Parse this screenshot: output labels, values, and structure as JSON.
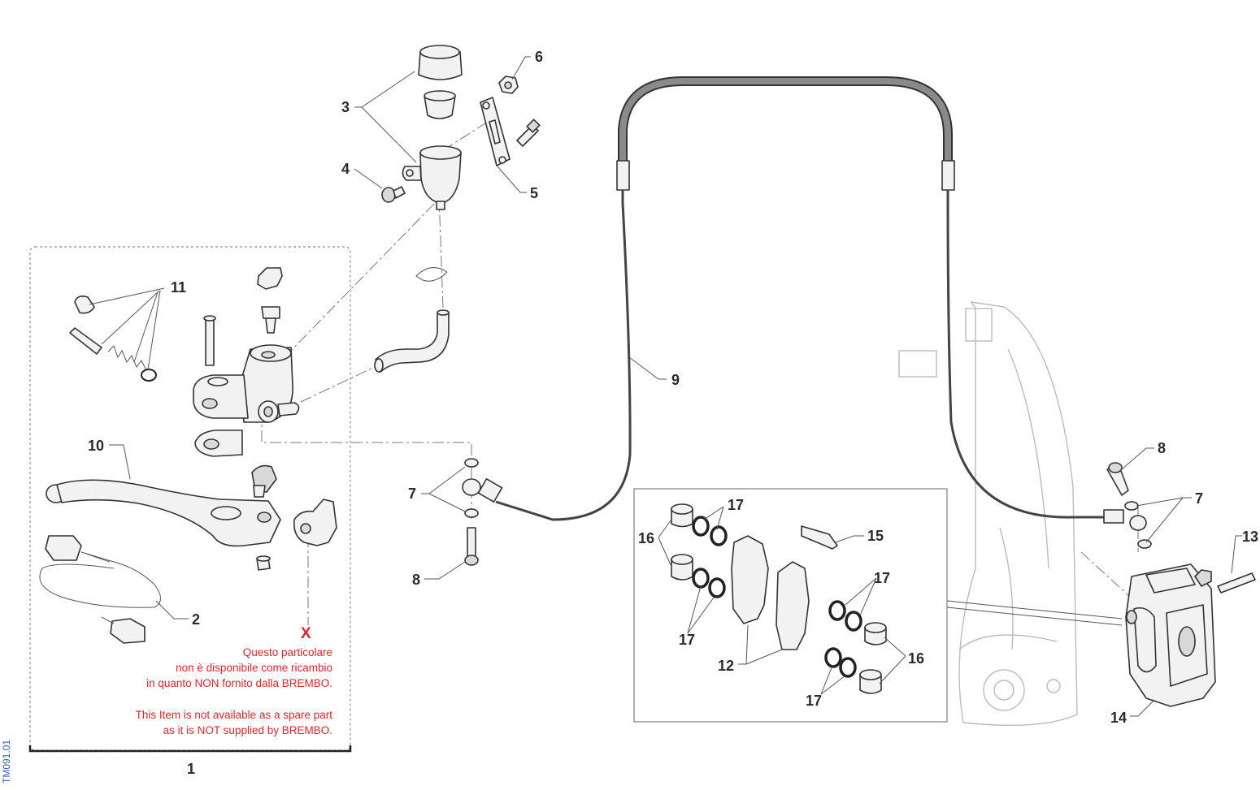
{
  "callouts": {
    "n1": "1",
    "n2": "2",
    "n3": "3",
    "n4": "4",
    "n5": "5",
    "n6": "6",
    "n7": "7",
    "n7b": "7",
    "n8": "8",
    "n8b": "8",
    "n9": "9",
    "n10": "10",
    "n11": "11",
    "n12": "12",
    "n13": "13",
    "n14": "14",
    "n15": "15",
    "n16": "16",
    "n16b": "16",
    "n17a": "17",
    "n17b": "17",
    "n17c": "17",
    "n17d": "17"
  },
  "note": {
    "mark": "X",
    "it_line1": "Questo particolare",
    "it_line2": "non è disponibile come ricambio",
    "it_line3": "in quanto NON fornito dalla BREMBO.",
    "en_line1": "This Item is not available as a spare part",
    "en_line2": "as it is NOT supplied by BREMBO."
  },
  "drawing_code": "TM091.01",
  "colors": {
    "callout_text": "#2b2b2b",
    "note_text": "#d8262a",
    "code_text": "#3a5fa0",
    "line": "#333333"
  }
}
